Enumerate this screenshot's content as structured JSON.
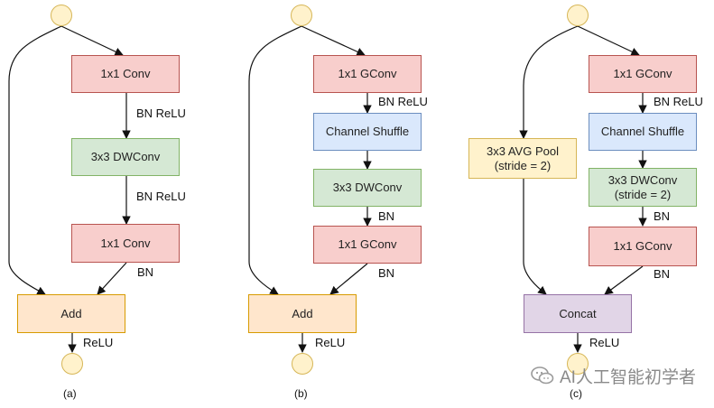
{
  "panels": [
    {
      "caption": "(a)",
      "boxes": [
        "1x1 Conv",
        "3x3 DWConv",
        "1x1 Conv",
        "Add"
      ],
      "labels": [
        "BN ReLU",
        "BN ReLU",
        "BN",
        "ReLU"
      ]
    },
    {
      "caption": "(b)",
      "boxes": [
        "1x1 GConv",
        "Channel Shuffle",
        "3x3 DWConv",
        "1x1 GConv",
        "Add"
      ],
      "labels": [
        "BN ReLU",
        "BN",
        "BN",
        "ReLU"
      ]
    },
    {
      "caption": "(c)",
      "boxes": [
        "1x1 GConv",
        "Channel Shuffle",
        "3x3 DWConv\n(stride = 2)",
        "1x1 GConv",
        "3x3 AVG Pool\n(stride = 2)",
        "Concat"
      ],
      "labels": [
        "BN ReLU",
        "BN",
        "BN",
        "ReLU"
      ]
    }
  ],
  "watermark": "AI人工智能初学者",
  "colors": {
    "conv": "#f8cecc",
    "dwconv": "#d5e8d4",
    "shuffle": "#dae8fc",
    "add": "#ffe6cc",
    "pool": "#fff2cc",
    "concat": "#e1d5e7",
    "node": "#fff2cc"
  }
}
